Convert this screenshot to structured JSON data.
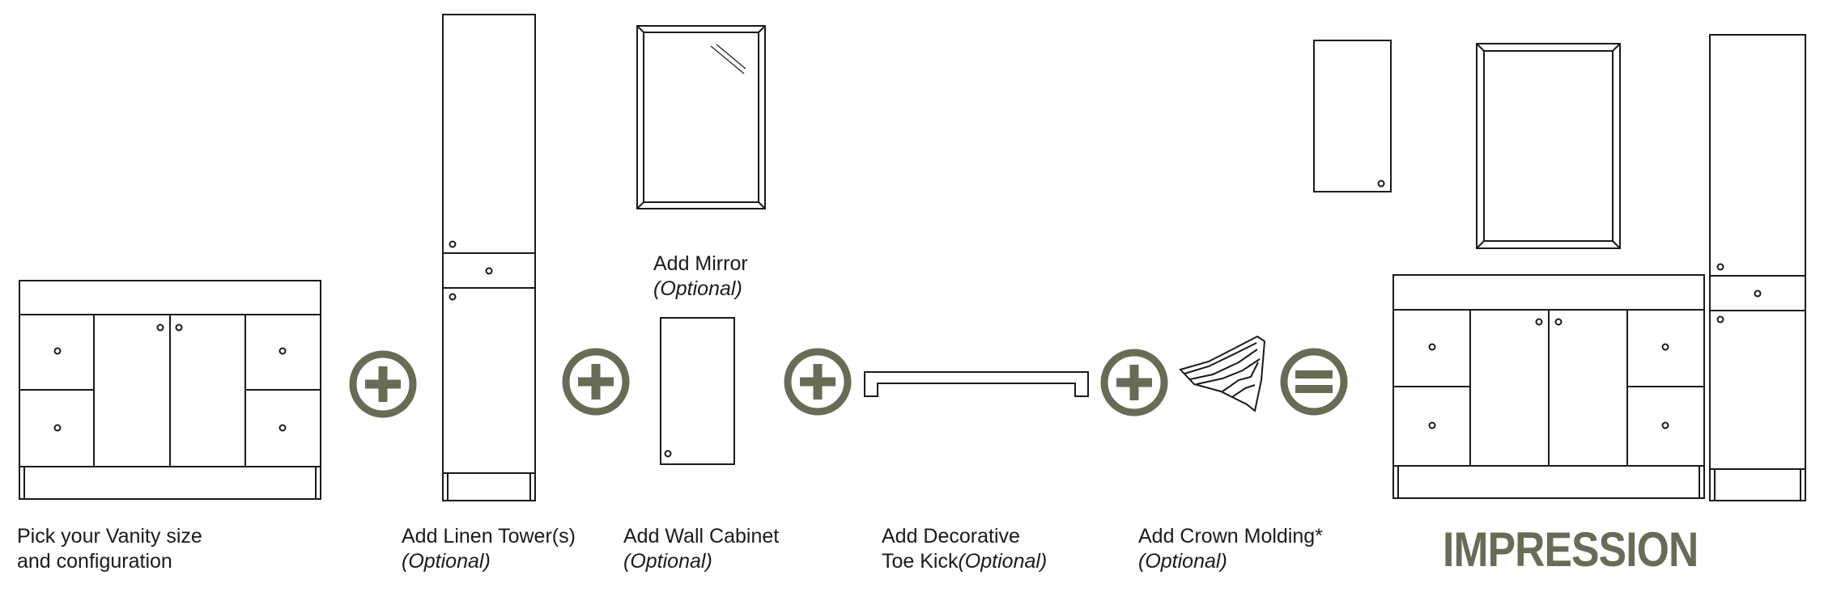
{
  "steps": [
    {
      "line1": "Pick your Vanity size",
      "line2": "and configuration"
    },
    {
      "line1": "Add Linen Tower(s)",
      "line2": "(Optional)"
    },
    {
      "line1": "Add Wall Cabinet",
      "line2": "(Optional)"
    },
    {
      "line1": "Add Decorative",
      "line2": "Toe Kick",
      "line2_opt": "(Optional)"
    },
    {
      "line1": "Add Crown Molding*",
      "line2": "(Optional)"
    }
  ],
  "mirror": {
    "line1": "Add Mirror",
    "line2": "(Optional)"
  },
  "brand": "IMPRESSION",
  "colors": {
    "accent": "#6a6b55",
    "line": "#1a1a1a"
  },
  "icons": [
    "vanity-illustration",
    "plus-icon",
    "linen-tower-illustration",
    "plus-icon",
    "mirror-illustration",
    "wall-cabinet-illustration",
    "plus-icon",
    "toe-kick-illustration",
    "plus-icon",
    "crown-molding-illustration",
    "equals-icon",
    "assembled-vanity-illustration"
  ]
}
